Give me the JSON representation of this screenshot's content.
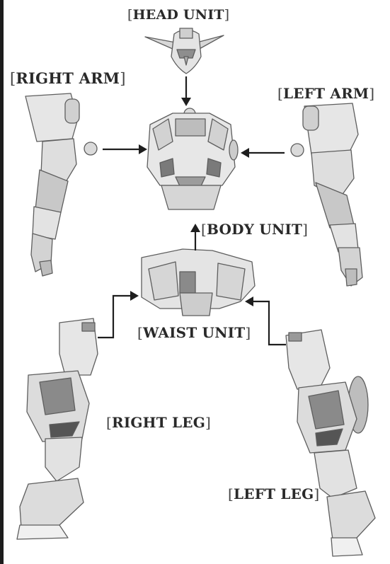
{
  "labels": {
    "head": "HEAD UNIT",
    "right_arm": "RIGHT ARM",
    "left_arm": "LEFT ARM",
    "body": "BODY UNIT",
    "waist": "WAIST UNIT",
    "right_leg": "RIGHT LEG",
    "left_leg": "LEFT LEG"
  },
  "brackets": {
    "open": "[",
    "close": "]"
  },
  "colors": {
    "part_light": "#e6e6e6",
    "part_mid": "#cfcfcf",
    "part_dark": "#9a9a9a",
    "part_darker": "#6f6f6f",
    "arrow": "#1e1e1e",
    "label_text": "#2a2a2a",
    "border": "#1c1c1c"
  }
}
